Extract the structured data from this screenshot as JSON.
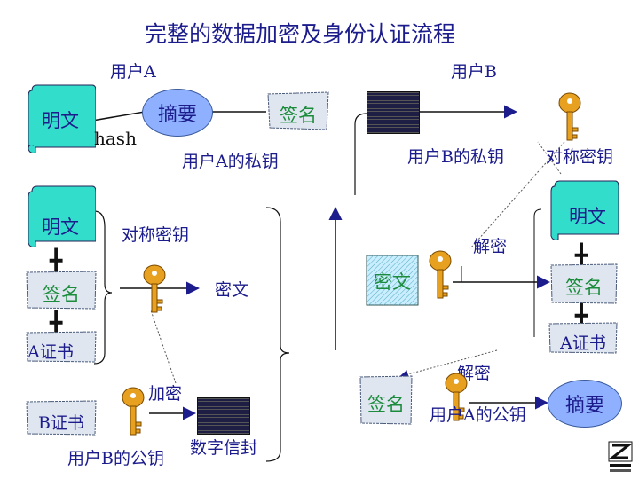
{
  "title": "完整的数据加密及身份认证流程",
  "user_a": "用户A",
  "user_b": "用户B",
  "plaintext_1": "明文",
  "hash": "hash",
  "digest_1": "摘要",
  "signature_1": "签名",
  "private_key_a": "用户A的私钥",
  "private_key_b": "用户B的私钥",
  "symmetric_key_1": "对称密钥",
  "plaintext_2": "明文",
  "symmetric_key_2": "对称密钥",
  "plaintext_3": "明文",
  "signature_2": "签名",
  "ciphertext_1": "密文",
  "decrypt_1": "解密",
  "ciphertext_2": "密文",
  "signature_3": "签名",
  "cert_a_1": "A证书",
  "cert_a_2": "A证书",
  "decrypt_2": "解密",
  "encrypt": "加密",
  "signature_4": "签名",
  "cert_b": "B证书",
  "digest_2": "摘要",
  "public_key_a": "用户A的公钥",
  "public_key_b": "用户B的公钥",
  "digital_envelope": "数字信封",
  "colors": {
    "text": "#1c1c8c",
    "scroll_fill": "#33ddcc",
    "ellipse_fill": "#8fb0ff",
    "key": "#e8a020",
    "signature_fill": "#dfe6f0"
  }
}
